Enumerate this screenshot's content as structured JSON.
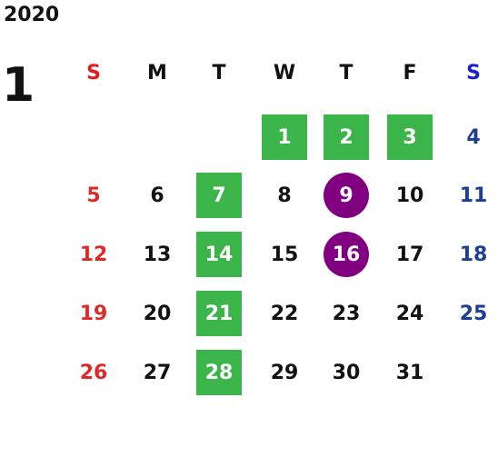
{
  "year": "2020",
  "month": "1",
  "colors": {
    "sunday": "#e02a2a",
    "saturday": "#1c3f94",
    "weekday": "#111111",
    "highlight_green": "#3bb54a",
    "highlight_purple": "#800080"
  },
  "weekdays": [
    "S",
    "M",
    "T",
    "W",
    "T",
    "F",
    "S"
  ],
  "weekday_colors": [
    "#e21b1b",
    "#111111",
    "#111111",
    "#111111",
    "#111111",
    "#111111",
    "#1a1fd6"
  ],
  "days": [
    {
      "day": "1",
      "weekday": 3,
      "week": 0,
      "highlight": "green"
    },
    {
      "day": "2",
      "weekday": 4,
      "week": 0,
      "highlight": "green"
    },
    {
      "day": "3",
      "weekday": 5,
      "week": 0,
      "highlight": "green"
    },
    {
      "day": "4",
      "weekday": 6,
      "week": 0,
      "highlight": ""
    },
    {
      "day": "5",
      "weekday": 0,
      "week": 1,
      "highlight": ""
    },
    {
      "day": "6",
      "weekday": 1,
      "week": 1,
      "highlight": ""
    },
    {
      "day": "7",
      "weekday": 2,
      "week": 1,
      "highlight": "green"
    },
    {
      "day": "8",
      "weekday": 3,
      "week": 1,
      "highlight": ""
    },
    {
      "day": "9",
      "weekday": 4,
      "week": 1,
      "highlight": "purple"
    },
    {
      "day": "10",
      "weekday": 5,
      "week": 1,
      "highlight": ""
    },
    {
      "day": "11",
      "weekday": 6,
      "week": 1,
      "highlight": ""
    },
    {
      "day": "12",
      "weekday": 0,
      "week": 2,
      "highlight": ""
    },
    {
      "day": "13",
      "weekday": 1,
      "week": 2,
      "highlight": ""
    },
    {
      "day": "14",
      "weekday": 2,
      "week": 2,
      "highlight": "green"
    },
    {
      "day": "15",
      "weekday": 3,
      "week": 2,
      "highlight": ""
    },
    {
      "day": "16",
      "weekday": 4,
      "week": 2,
      "highlight": "purple"
    },
    {
      "day": "17",
      "weekday": 5,
      "week": 2,
      "highlight": ""
    },
    {
      "day": "18",
      "weekday": 6,
      "week": 2,
      "highlight": ""
    },
    {
      "day": "19",
      "weekday": 0,
      "week": 3,
      "highlight": ""
    },
    {
      "day": "20",
      "weekday": 1,
      "week": 3,
      "highlight": ""
    },
    {
      "day": "21",
      "weekday": 2,
      "week": 3,
      "highlight": "green"
    },
    {
      "day": "22",
      "weekday": 3,
      "week": 3,
      "highlight": ""
    },
    {
      "day": "23",
      "weekday": 4,
      "week": 3,
      "highlight": ""
    },
    {
      "day": "24",
      "weekday": 5,
      "week": 3,
      "highlight": ""
    },
    {
      "day": "25",
      "weekday": 6,
      "week": 3,
      "highlight": ""
    },
    {
      "day": "26",
      "weekday": 0,
      "week": 4,
      "highlight": ""
    },
    {
      "day": "27",
      "weekday": 1,
      "week": 4,
      "highlight": ""
    },
    {
      "day": "28",
      "weekday": 2,
      "week": 4,
      "highlight": "green"
    },
    {
      "day": "29",
      "weekday": 3,
      "week": 4,
      "highlight": ""
    },
    {
      "day": "30",
      "weekday": 4,
      "week": 4,
      "highlight": ""
    },
    {
      "day": "31",
      "weekday": 5,
      "week": 4,
      "highlight": ""
    }
  ]
}
